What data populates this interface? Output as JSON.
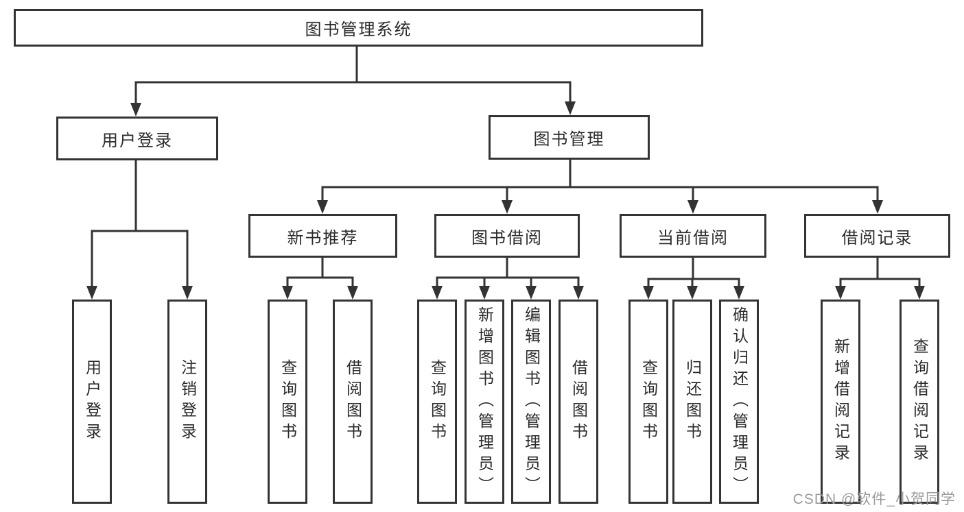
{
  "diagram_type": "tree-structure",
  "tree": {
    "label": "图书管理系统",
    "children": [
      {
        "label": "用户登录",
        "children": [
          {
            "label": "用户登录"
          },
          {
            "label": "注销登录"
          }
        ]
      },
      {
        "label": "图书管理",
        "children": [
          {
            "label": "新书推荐",
            "children": [
              {
                "label": "查询图书"
              },
              {
                "label": "借阅图书"
              }
            ]
          },
          {
            "label": "图书借阅",
            "children": [
              {
                "label": "查询图书"
              },
              {
                "label": "新增图书（管理员）"
              },
              {
                "label": "编辑图书（管理员）"
              },
              {
                "label": "借阅图书"
              }
            ]
          },
          {
            "label": "当前借阅",
            "children": [
              {
                "label": "查询图书"
              },
              {
                "label": "归还图书"
              },
              {
                "label": "确认归还（管理员）"
              }
            ]
          },
          {
            "label": "借阅记录",
            "children": [
              {
                "label": "新增借阅记录"
              },
              {
                "label": "查询借阅记录"
              }
            ]
          }
        ]
      }
    ]
  },
  "watermark": "CSDN @软件_小贺同学",
  "colors": {
    "line": "#333333",
    "box_border": "#343434",
    "text": "#2b2b2b",
    "watermark": "#9b9b9b",
    "background": "#ffffff"
  }
}
